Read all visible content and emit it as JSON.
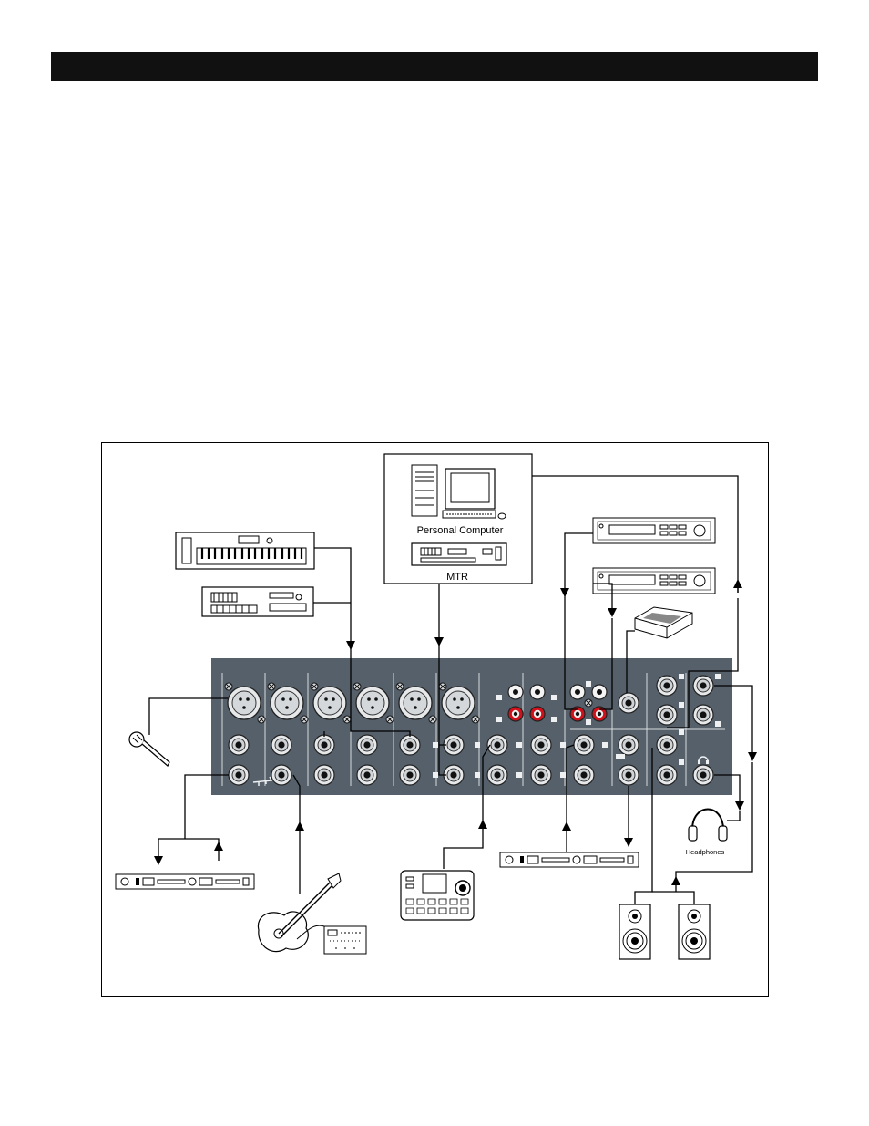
{
  "header": {
    "bar_color": "#111111"
  },
  "diagram": {
    "labels": {
      "personal_computer": "Personal Computer",
      "mtr": "MTR",
      "headphones": "Headphones"
    },
    "colors": {
      "mixer_panel": "#55606a",
      "rca_red": "#d0101a",
      "wire": "#000000"
    },
    "icons": [
      "keyboard-synth-icon",
      "sound-module-icon",
      "personal-computer-icon",
      "mtr-icon",
      "cd-player-icon",
      "stomp-pedal-icon",
      "microphone-icon",
      "effects-rack-icon",
      "acoustic-guitar-icon",
      "tuner-icon",
      "drum-machine-icon",
      "headphones-icon",
      "speaker-icon"
    ]
  }
}
